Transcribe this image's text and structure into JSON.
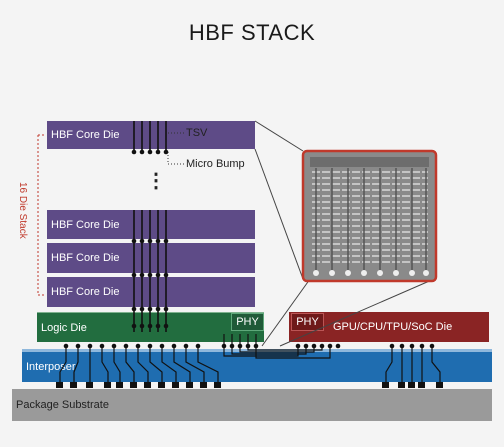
{
  "title": "HBF STACK",
  "core_die_label": "HBF Core Die",
  "tsv_label": "TSV",
  "micro_bump_label": "Micro Bump",
  "ellipsis": "⋮",
  "stack_label": "16 Die Stack",
  "logic_die_label": "Logic Die",
  "phy_label": "PHY",
  "gpu_label": "GPU/CPU/TPU/SoC Die",
  "interposer_label": "Interposer",
  "substrate_label": "Package Substrate",
  "colors": {
    "core_die": "#5e4b87",
    "logic_die": "#226d3f",
    "gpu_die": "#8a2424",
    "interposer": "#1f6db0",
    "substrate": "#9a9a9a",
    "stack_bracket": "#c0392b"
  }
}
